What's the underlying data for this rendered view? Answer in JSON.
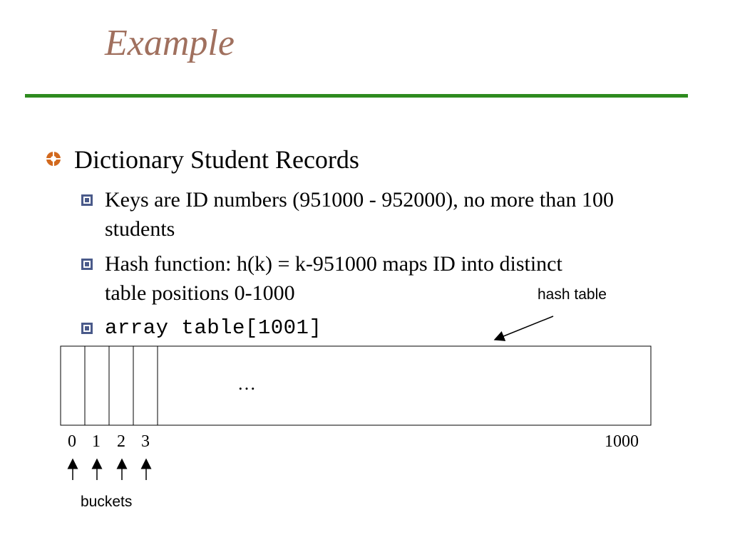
{
  "slide": {
    "title": "Example",
    "bullet": "Dictionary Student Records",
    "sub_bullets": [
      "Keys are ID numbers (951000 - 952000), no more than 100 students",
      "Hash function: h(k) = k-951000 maps ID into distinct table positions 0-1000",
      "array table[1001]"
    ]
  },
  "diagram": {
    "hash_table_label": "hash table",
    "ellipsis": "…",
    "index_labels": [
      "0",
      "1",
      "2",
      "3"
    ],
    "last_index_label": "1000",
    "buckets_label": "buckets"
  },
  "colors": {
    "title": "#a0705e",
    "rule": "#2e8b1f",
    "bullet_icon": "#d2691e",
    "sub_icon": "#4a5a8a"
  }
}
